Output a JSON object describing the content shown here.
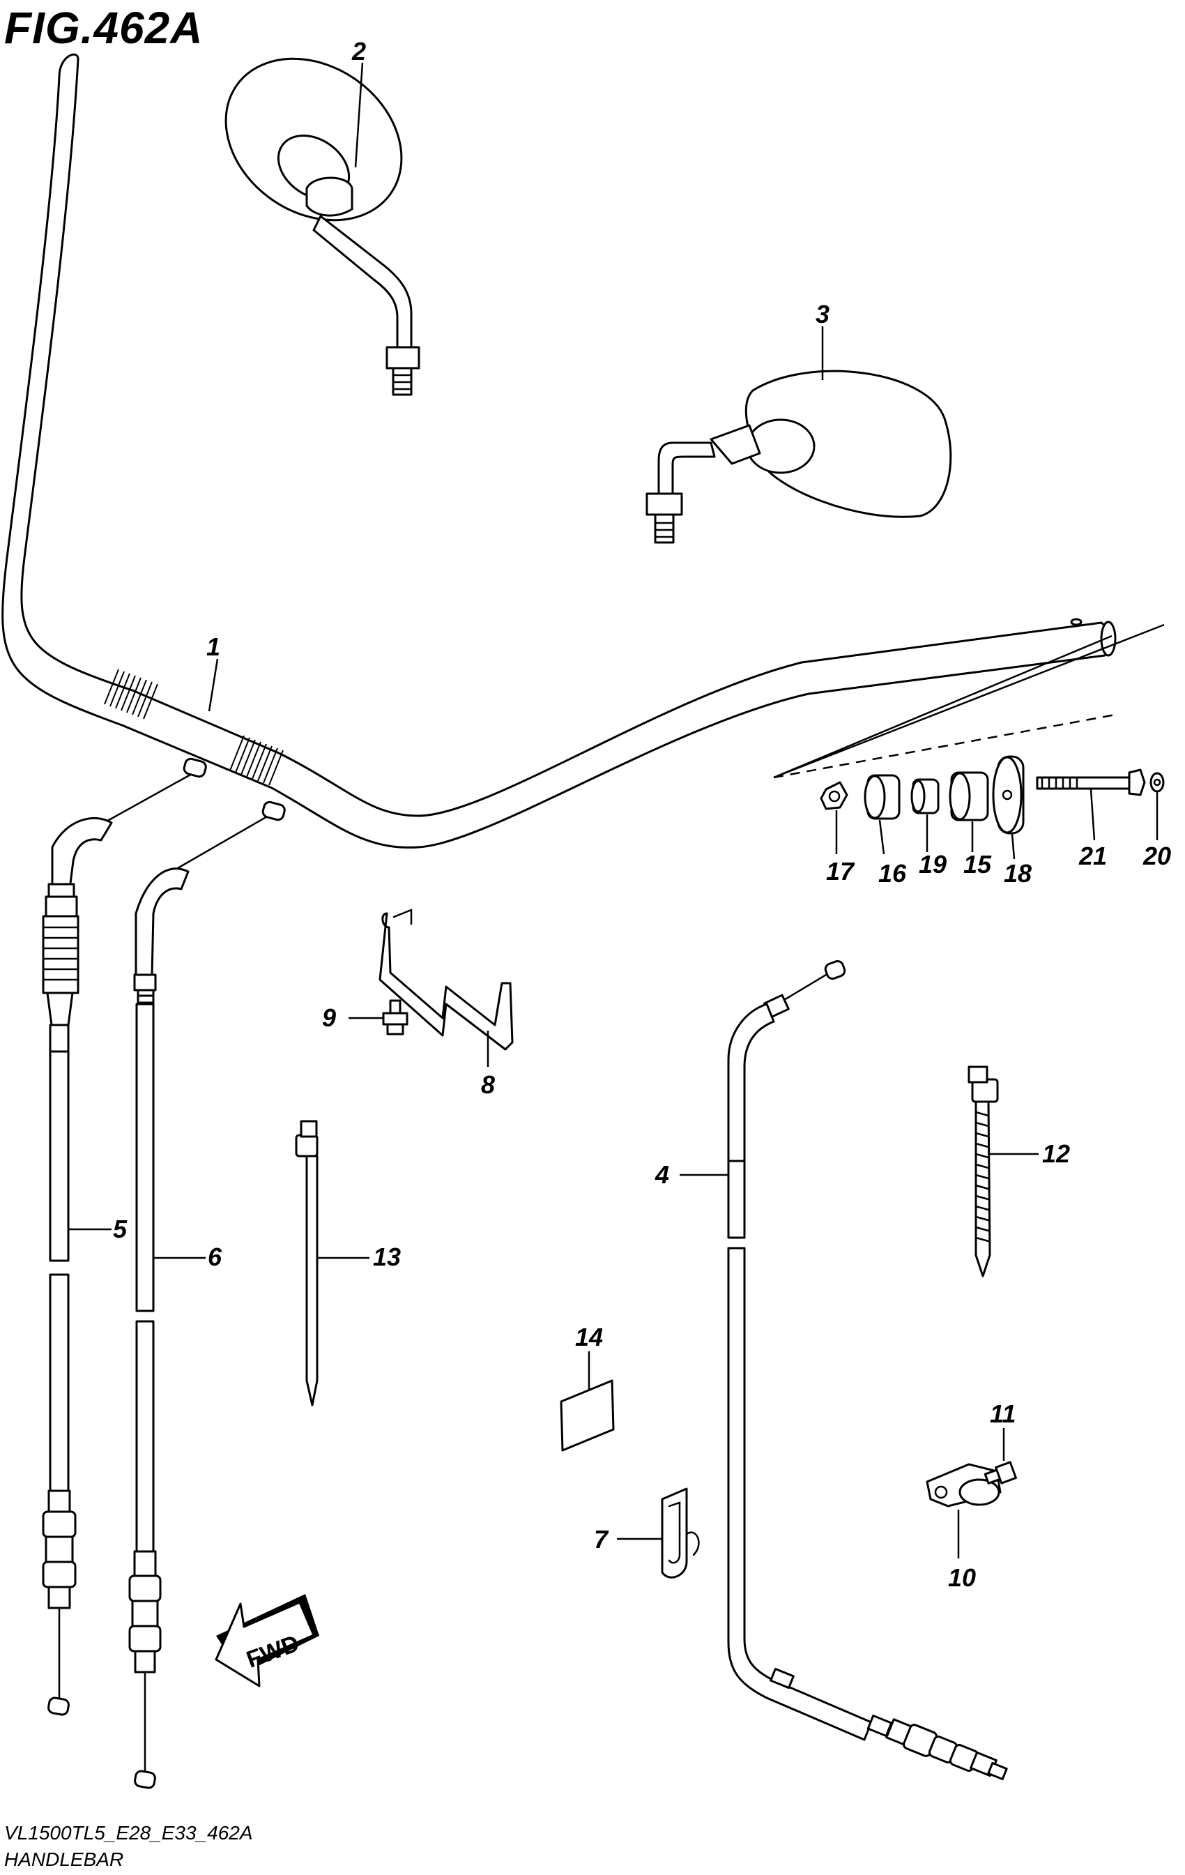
{
  "figure": {
    "title": "FIG.462A",
    "model_code": "VL1500TL5_E28_E33_462A",
    "section_name": "HANDLEBAR"
  },
  "callouts": {
    "c1": "1",
    "c2": "2",
    "c3": "3",
    "c4": "4",
    "c5": "5",
    "c6": "6",
    "c7": "7",
    "c8": "8",
    "c9": "9",
    "c10": "10",
    "c11": "11",
    "c12": "12",
    "c13": "13",
    "c14": "14",
    "c15": "15",
    "c16": "16",
    "c17": "17",
    "c18": "18",
    "c19": "19",
    "c20": "20",
    "c21": "21"
  },
  "direction_arrow": {
    "label": "FWD"
  }
}
